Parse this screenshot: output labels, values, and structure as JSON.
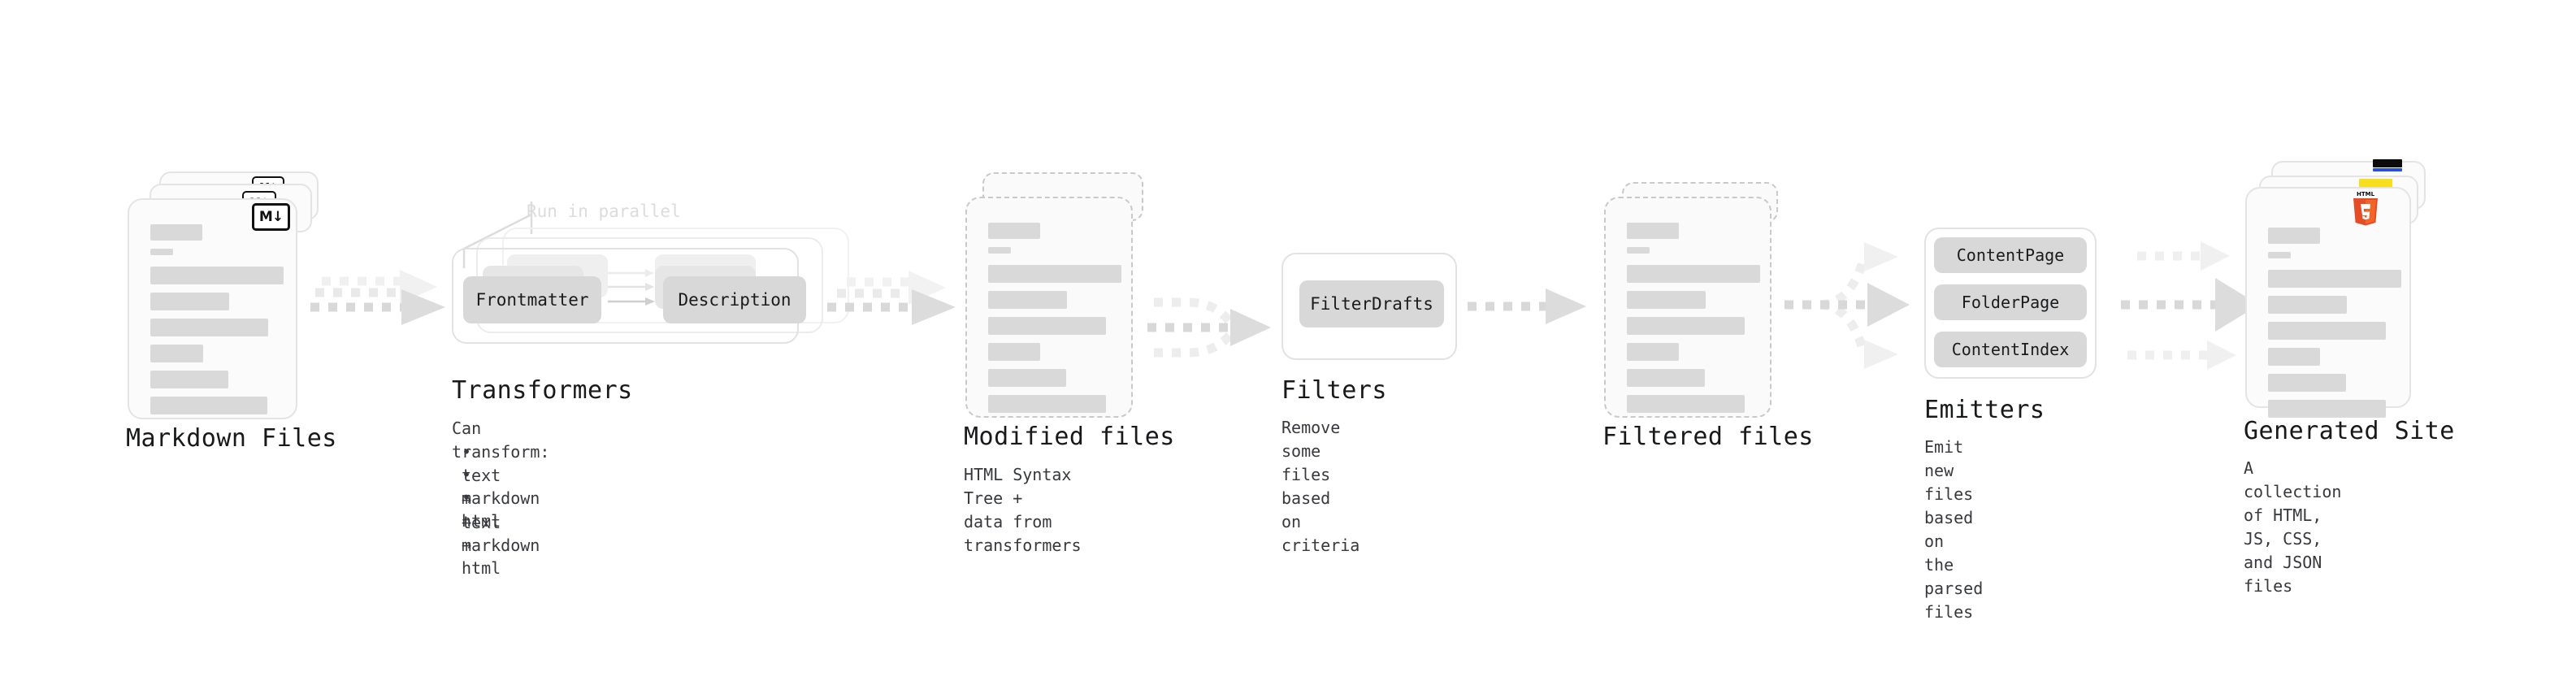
{
  "diagram": {
    "title_font_note": "monospace",
    "colors": {
      "text": "#17181a",
      "muted": "#37393d",
      "line_fill": "#d9d9d9",
      "card_border": "#e4e4e4",
      "dashed_border": "#c9c9c9",
      "chip_fill": "#d8d8d8",
      "arrow": "#d6d6d6",
      "arrow_faded": "#ededed",
      "html5": "#e44d26",
      "html5_dark": "#f16529",
      "js": "#f7df1e",
      "css": "#264de4"
    },
    "stages": [
      {
        "id": "markdown-files",
        "title": "Markdown Files",
        "description": "",
        "badge": "M↓",
        "badge_icon": "markdown-icon",
        "card_count": 3,
        "card_style": "solid"
      },
      {
        "id": "transformers",
        "title": "Transformers",
        "description": "Can transform:",
        "bullets": [
          "• text → text",
          "• markdown → markdown",
          "• html → html"
        ],
        "annotation": "Run in parallel",
        "chips": [
          "Frontmatter",
          "Description"
        ],
        "card_count": 3,
        "card_style": "group"
      },
      {
        "id": "modified-files",
        "title": "Modified files",
        "description": "HTML Syntax Tree +\ndata from transformers",
        "card_count": 2,
        "card_style": "dashed"
      },
      {
        "id": "filters",
        "title": "Filters",
        "description": "Remove some files based\non criteria",
        "chips": [
          "FilterDrafts"
        ],
        "card_count": 1,
        "card_style": "group"
      },
      {
        "id": "filtered-files",
        "title": "Filtered files",
        "description": "",
        "card_count": 2,
        "card_style": "dashed"
      },
      {
        "id": "emitters",
        "title": "Emitters",
        "description": "Emit new files based on\nthe parsed files",
        "chips": [
          "ContentPage",
          "FolderPage",
          "ContentIndex"
        ],
        "card_count": 1,
        "card_style": "group"
      },
      {
        "id": "generated-site",
        "title": "Generated Site",
        "description": "A collection of HTML,\nJS, CSS, and JSON files",
        "badges": [
          "html5-icon",
          "js-icon",
          "css-icon"
        ],
        "badge_labels": [
          "HTML",
          "JS",
          "CSS"
        ],
        "card_count": 3,
        "card_style": "solid"
      }
    ],
    "arrows": [
      {
        "id": "arrow-md-to-transformers",
        "kind": "parallel-3"
      },
      {
        "id": "arrow-transformers-to-modified",
        "kind": "parallel-3"
      },
      {
        "id": "arrow-modified-to-filters",
        "kind": "merge"
      },
      {
        "id": "arrow-filters-to-filtered",
        "kind": "single"
      },
      {
        "id": "arrow-filtered-to-emitters",
        "kind": "split"
      },
      {
        "id": "arrow-emitters-to-site",
        "kind": "parallel-3"
      }
    ]
  }
}
